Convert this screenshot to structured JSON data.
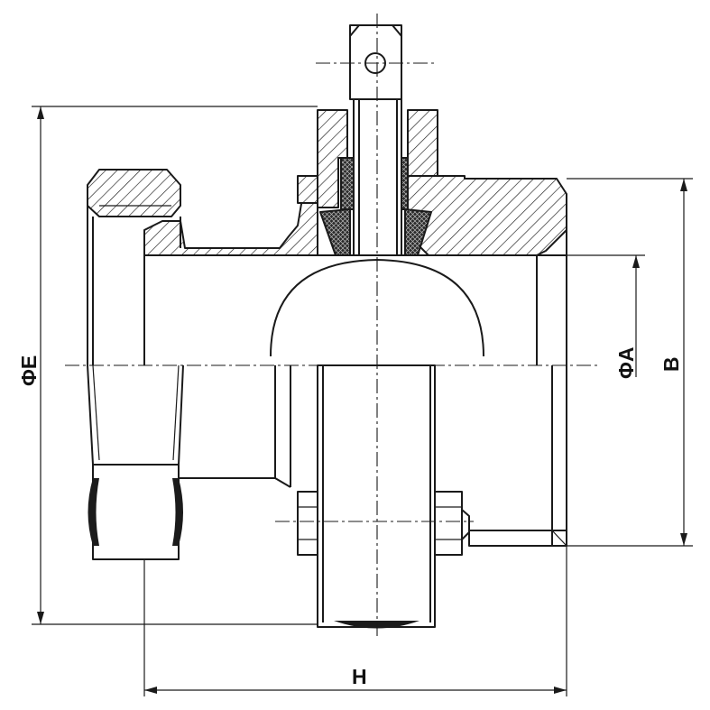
{
  "labels": {
    "dia_e": "ΦE",
    "dia_a": "ΦA",
    "b": "B",
    "h": "H"
  },
  "colors": {
    "line": "#1a1a1a",
    "background": "#ffffff",
    "seal": "#1b1b1b"
  }
}
